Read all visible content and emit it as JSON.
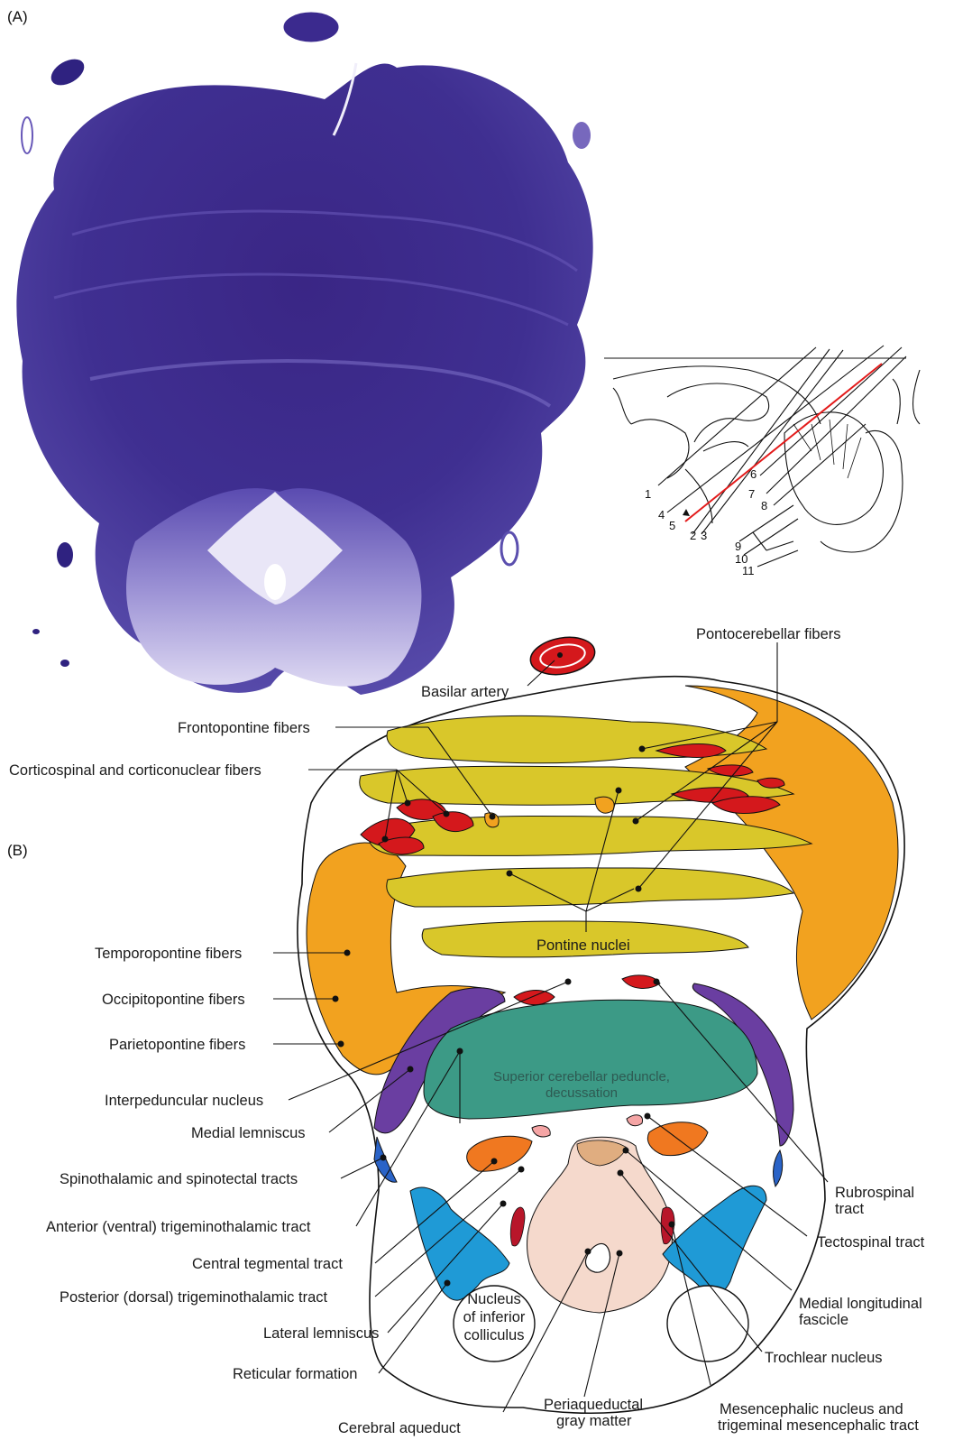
{
  "panels": {
    "a": "(A)",
    "b": "(B)"
  },
  "inset_numbers": [
    "1",
    "2",
    "3",
    "4",
    "5",
    "6",
    "7",
    "8",
    "9",
    "10",
    "11"
  ],
  "colors": {
    "stain": "#3b2a8e",
    "fibers_yellow": "#d9c72a",
    "orange": "#f2a21f",
    "red": "#d4181c",
    "teal": "#3c9a86",
    "purple": "#6a3ea1",
    "blue": "#2a63c7",
    "light_blue": "#1f9ad6",
    "pink": "#f5d9cc",
    "dark_orange": "#f07820"
  },
  "labels": {
    "basilar_artery": "Basilar artery",
    "pontocerebellar": "Pontocerebellar fibers",
    "frontopontine": "Frontopontine fibers",
    "corticospinal": "Corticospinal and corticonuclear fibers",
    "pontine_nuclei": "Pontine nuclei",
    "temporopontine": "Temporopontine fibers",
    "occipitopontine": "Occipitopontine fibers",
    "parietopontine": "Parietopontine fibers",
    "interpeduncular": "Interpeduncular nucleus",
    "medial_lemniscus": "Medial lemniscus",
    "spinothalamic": "Spinothalamic and spinotectal tracts",
    "anterior_trigeminothalamic": "Anterior (ventral) trigeminothalamic tract",
    "central_tegmental": "Central tegmental tract",
    "posterior_trigeminothalamic": "Posterior (dorsal) trigeminothalamic tract",
    "lateral_lemniscus": "Lateral lemniscus",
    "reticular": "Reticular formation",
    "cerebral_aqueduct": "Cerebral aqueduct",
    "periaqueductal_1": "Periaqueductal",
    "periaqueductal_2": "gray matter",
    "mesencephalic_1": "Mesencephalic nucleus and",
    "mesencephalic_2": "trigeminal mesencephalic tract",
    "trochlear": "Trochlear nucleus",
    "mlf_1": "Medial longitudinal",
    "mlf_2": "fascicle",
    "tectospinal": "Tectospinal tract",
    "rubrospinal_1": "Rubrospinal",
    "rubrospinal_2": "tract",
    "scp_1": "Superior cerebellar peduncle,",
    "scp_2": "decussation",
    "inf_coll_1": "Nucleus",
    "inf_coll_2": "of inferior",
    "inf_coll_3": "colliculus"
  }
}
